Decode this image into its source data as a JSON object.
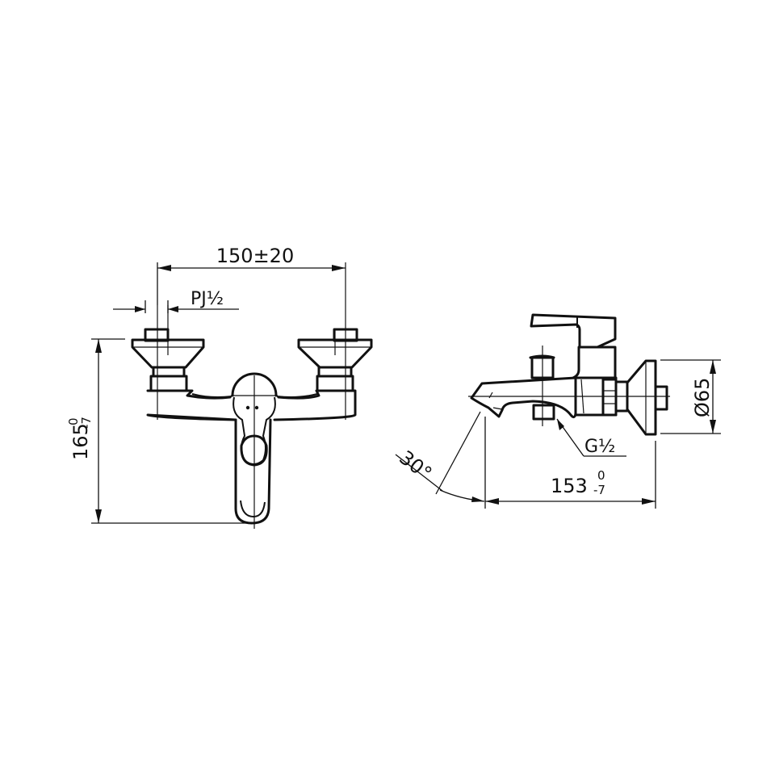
{
  "drawing": {
    "front_view": {
      "dimensions": {
        "inlet_spacing": "150±20",
        "inlet_thread": "PJ½",
        "height_main": "165",
        "height_tol_upper": "0",
        "height_tol_lower": "-7"
      }
    },
    "side_view": {
      "dimensions": {
        "flange_diameter": "Ø65",
        "outlet_thread": "G½",
        "depth_main": "153",
        "depth_tol_upper": "0",
        "depth_tol_lower": "-7",
        "spout_angle": "30°"
      }
    },
    "colors": {
      "line": "#111111",
      "background": "#ffffff"
    }
  }
}
